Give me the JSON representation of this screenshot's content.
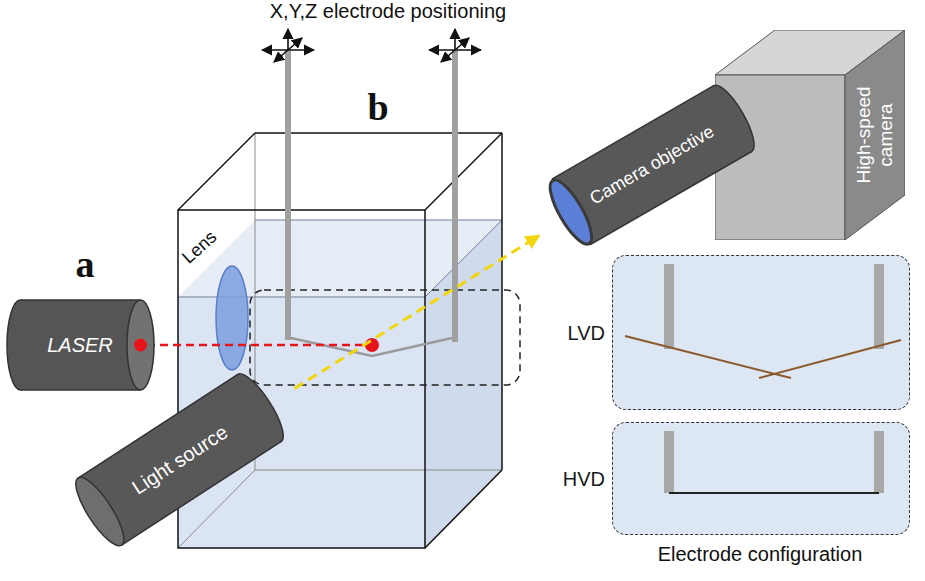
{
  "diagram": {
    "nodes": [
      {
        "text": [
          "LASER"
        ]
      },
      {
        "text": [
          "Light source"
        ]
      },
      {
        "text": [
          "Camera objective"
        ]
      },
      {
        "text": [
          "High-speed camera"
        ]
      },
      {
        "text": [
          "LVD"
        ]
      },
      {
        "text": [
          "HVD"
        ]
      }
    ],
    "edges": [
      {
        "from": 1,
        "to": 2,
        "arrow": "to"
      }
    ],
    "labels": [
      "X,Y,Z electrode positioning",
      "b",
      "a",
      "Lens",
      "Electrode configuration"
    ]
  }
}
